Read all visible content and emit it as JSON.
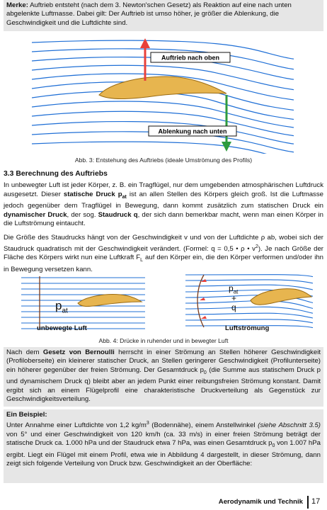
{
  "merke": {
    "label": "Merke:",
    "text": " Auftrieb entsteht (nach dem 3. Newton'schen Gesetz) als Reaktion auf eine nach unten abgelenkte Luftmasse. Dabei gilt: Der Auftrieb ist umso höher, je größer die Ablenkung, die Geschwindigkeit und die Luftdichte sind."
  },
  "figure1": {
    "label_up": "Auftrieb nach oben",
    "label_down": "Ablenkung nach unten",
    "caption": "Abb. 3: Entstehung des Auftriebs (ideale Umströmung des Profils)",
    "colors": {
      "flow": "#1f6fd6",
      "airfoil": "#e7b54f",
      "up_arrow": "#e8403a",
      "down_arrow": "#2e9b3e"
    }
  },
  "section": {
    "heading": "3.3 Berechnung des Auftriebs",
    "p1_a": "In unbewegter Luft ist jeder Körper, z. B. ein Tragflügel, nur dem umgebenden atmosphärischen Luftdruck ausgesetzt. Dieser ",
    "p1_b1": "statische Druck p",
    "p1_sub": "at",
    "p1_c": " ist an allen Stellen des Körpers gleich groß. Ist die Luftmasse jedoch gegenüber dem Tragflügel in Bewegung, dann kommt zusätzlich zum statischen Druck ein ",
    "p1_b2": "dynamischer Druck",
    "p1_d": ", der sog. ",
    "p1_b3": "Staudruck q",
    "p1_e": ", der sich dann bemerkbar macht, wenn man einen Körper in die Luftströmung eintaucht.",
    "p2_a": "Die Größe des Staudrucks hängt von der Geschwindigkeit v und von der Luftdichte ρ ab, wobei sich der Staudruck quadratisch mit der Geschwindigkeit verändert. (Formel: q = 0,5 • ρ • v",
    "p2_sup": "2",
    "p2_b": "). Je nach Größe der Fläche des Körpers wirkt nun eine Luftkraft F",
    "p2_sub": "L",
    "p2_c": " auf den Körper ein, die den Körper verformen und/oder ihn in Bewegung versetzen kann."
  },
  "figure2": {
    "left_symbol": "p",
    "left_symbol_sub": "at",
    "left_label": "unbewegte Luft",
    "right_symbol": "p",
    "right_symbol_sub": "at",
    "plus": "+",
    "q": "q",
    "right_label": "Luftströmung",
    "caption": "Abb. 4: Drücke in ruhender und in bewegter Luft"
  },
  "bernoulli": {
    "a": "Nach dem ",
    "b": "Gesetz von Bernoulli",
    "c": " herrscht in einer Strömung an Stellen höherer Geschwindigkeit (Profiloberseite) ein kleinerer statischer Druck, an Stellen geringerer Geschwindigkeit (Profilunterseite) ein höherer gegenüber der freien Strömung. Der Gesamtdruck p",
    "sub": "0",
    "d": " (die Summe aus statischem Druck p und dynamischem Druck q) bleibt aber an jedem Punkt einer reibungsfreien Strömung konstant. Damit ergibt sich an einem Flügelprofil eine charakteristische Druckverteilung als Gegenstück zur Geschwindigkeitsverteilung."
  },
  "example": {
    "heading": "Ein Beispiel:",
    "a": "Unter Annahme einer Luftdichte von 1,2 kg/m",
    "sup": "3",
    "b": " (Bodennähe), einem Anstellwinkel ",
    "italic": "(siehe Abschnitt 3.5)",
    "c": " von 5° und einer Geschwindigkeit von 120 km/h (ca. 33 m/s) in einer freien Strömung beträgt der statische Druck ca. 1.000 hPa und der Staudruck etwa 7 hPa, was einen Gesamtdruck p",
    "sub": "0",
    "d": " von 1.007 hPa ergibt. Liegt ein Flügel mit einem Profil, etwa wie in Abbildung 4 dargestellt, in dieser Strömung, dann zeigt sich folgende Verteilung von Druck bzw. Geschwindigkeit an der Oberfläche:"
  },
  "footer": {
    "title": "Aerodynamik und Technik",
    "page": "17"
  }
}
